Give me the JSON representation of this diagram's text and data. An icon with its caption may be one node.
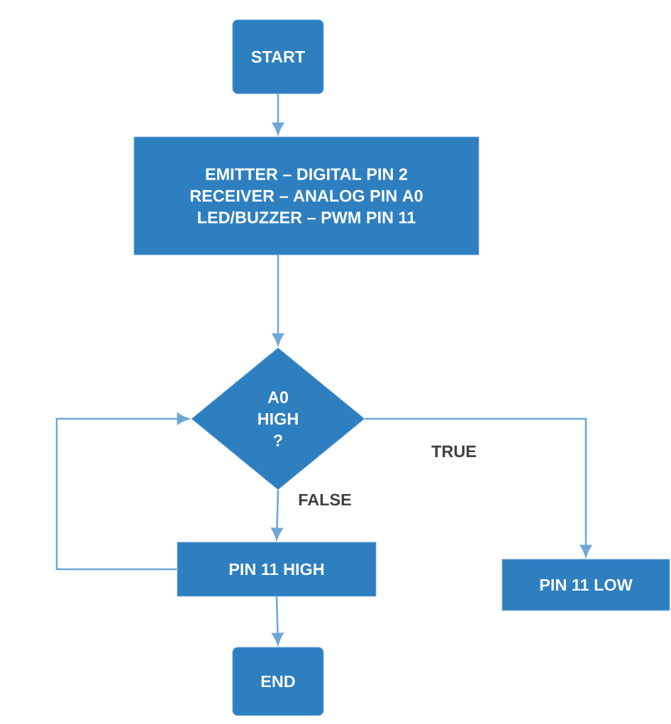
{
  "diagram": {
    "nodes": [
      {
        "text": [
          "START"
        ]
      },
      {
        "text": [
          "EMITTER – DIGITAL PIN 2",
          "RECEIVER – ANALOG PIN A0",
          "LED/BUZZER – PWM PIN 11"
        ]
      },
      {
        "text": [
          "A0 HIGH ?"
        ]
      },
      {
        "text": [
          "PIN 11 HIGH"
        ]
      },
      {
        "text": [
          "PIN 11 LOW"
        ]
      },
      {
        "text": [
          "END"
        ]
      }
    ],
    "edges": [
      {
        "from": 0,
        "to": 1,
        "arrow": "to"
      },
      {
        "from": 1,
        "to": 2,
        "arrow": "to"
      },
      {
        "from": 2,
        "to": 3,
        "arrow": "to",
        "label": "FALSE"
      },
      {
        "from": 2,
        "to": 4,
        "arrow": "to",
        "label": "TRUE"
      },
      {
        "from": 3,
        "to": 2,
        "arrow": "to"
      },
      {
        "from": 3,
        "to": 5,
        "arrow": "to"
      }
    ]
  }
}
